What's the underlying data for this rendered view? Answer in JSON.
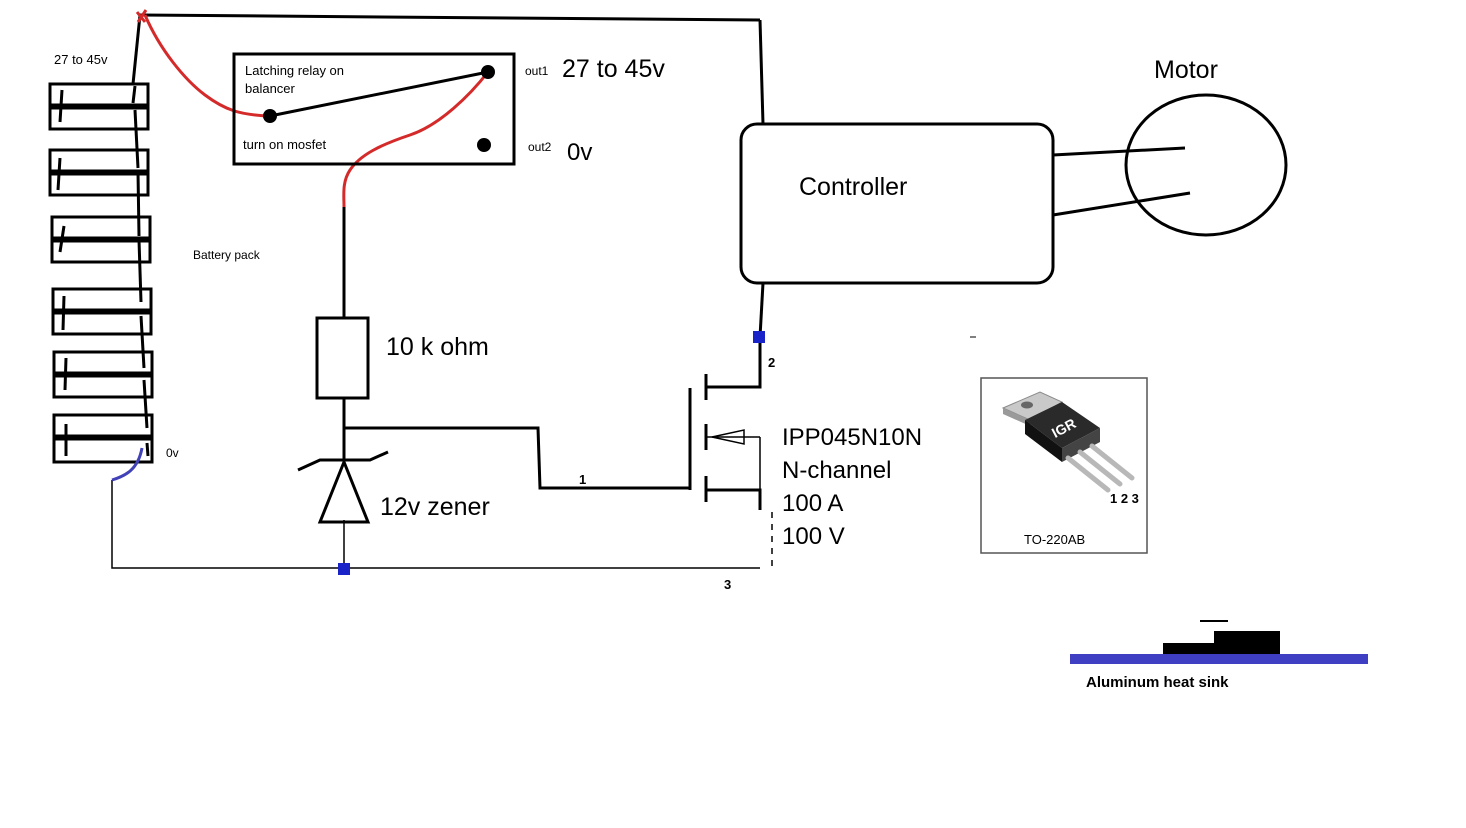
{
  "labels": {
    "battery_voltage": "27 to 45v",
    "battery_pack": "Battery pack",
    "battery_zero": "0v",
    "relay_title_line1": "Latching relay on",
    "relay_title_line2": "balancer",
    "relay_turn_on": "turn on mosfet",
    "out1": "out1",
    "out1_voltage": "27 to 45v",
    "out2": "out2",
    "out2_voltage": "0v",
    "controller": "Controller",
    "motor": "Motor",
    "resistor": "10 k ohm",
    "zener": "12v zener",
    "pin1": "1",
    "pin2": "2",
    "pin3": "3",
    "mosfet_part": "IPP045N10N",
    "mosfet_type": "N-channel",
    "mosfet_current": "100 A",
    "mosfet_voltage": "100 V",
    "package_name": "TO-220AB",
    "package_pins": "1 2 3",
    "package_logo": "IGR",
    "heat_sink": "Aluminum heat sink"
  },
  "colors": {
    "wire": "#000000",
    "red_wire": "#d42a2a",
    "blue_wire": "#4242b8",
    "junction": "#1a23c8",
    "heat_sink": "#3f3fc4"
  }
}
